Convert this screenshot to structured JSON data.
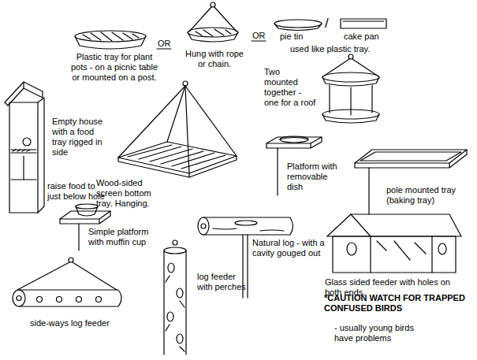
{
  "diagram": {
    "labels": [
      "Plastic tray for plant pots - on a picnic table or mounted on a post.",
      "OR",
      "Hung with rope or chain.",
      "OR",
      "pie tin",
      "/",
      "cake pan",
      "used like plastic tray.",
      "Two mounted together - one for a roof",
      "Empty house with a food tray rigged in side",
      "raise food to just below hole",
      "Wood-sided screen bottom tray. Hanging.",
      "Platform with removable dish",
      "pole mounted tray (baking tray)",
      "Simple platform with muffin cup",
      "Natural log - with a cavity gouged out",
      "log feeder with perches",
      "Glass sided feeder with holes on both ends.",
      "*CAUTION WATCH FOR TRAPPED CONFUSED BIRDS",
      "- usually young birds have problems",
      "side-ways log feeder"
    ]
  }
}
